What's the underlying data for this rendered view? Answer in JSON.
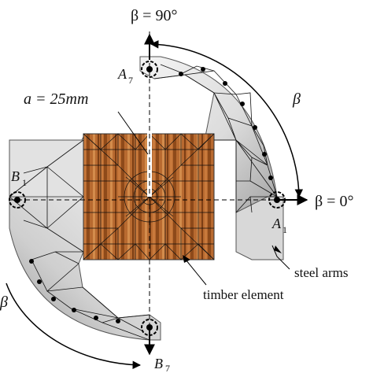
{
  "labels": {
    "beta_top": "β = 90°",
    "beta_right": "β = 0°",
    "beta_arc": "β",
    "beta_left": "β",
    "crack": "a = 25mm",
    "a7": "A",
    "a7_sub": "7",
    "a1": "A",
    "a1_sub": "1",
    "b1": "B",
    "b1_sub": "1",
    "b7": "B",
    "b7_sub": "7",
    "steel_arms": "steel arms",
    "timber_element": "timber element"
  },
  "colors": {
    "timber_dark": "#8a4a1c",
    "timber_mid": "#b8682e",
    "timber_light": "#d4894a",
    "steel_light": "#f2f2f2",
    "steel_dark": "#a8a8a8",
    "mesh": "#111111",
    "pin": "#000000"
  },
  "icons": [
    "pin-icon",
    "arrow-head-icon"
  ]
}
